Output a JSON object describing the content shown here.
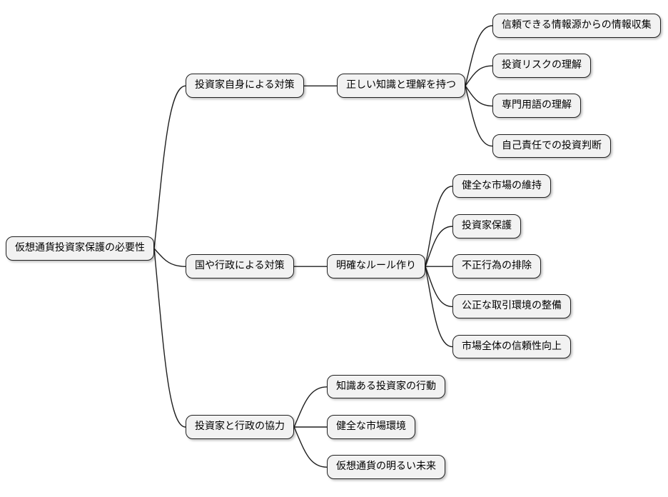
{
  "diagram": {
    "type": "mindmap",
    "background_color": "#ffffff",
    "node_fill": "#f2f2f2",
    "node_border_color": "#1f1f1f",
    "edge_color": "#1f1f1f",
    "text_color": "#000000"
  },
  "tree": {
    "label": "仮想通貨投資家保護の必要性",
    "children": [
      {
        "label": "投資家自身による対策",
        "children": [
          {
            "label": "正しい知識と理解を持つ",
            "children": [
              {
                "label": "信頼できる情報源からの情報収集"
              },
              {
                "label": "投資リスクの理解"
              },
              {
                "label": "専門用語の理解"
              },
              {
                "label": "自己責任での投資判断"
              }
            ]
          }
        ]
      },
      {
        "label": "国や行政による対策",
        "children": [
          {
            "label": "明確なルール作り",
            "children": [
              {
                "label": "健全な市場の維持"
              },
              {
                "label": "投資家保護"
              },
              {
                "label": "不正行為の排除"
              },
              {
                "label": "公正な取引環境の整備"
              },
              {
                "label": "市場全体の信頼性向上"
              }
            ]
          }
        ]
      },
      {
        "label": "投資家と行政の協力",
        "children": [
          {
            "label": "知識ある投資家の行動"
          },
          {
            "label": "健全な市場環境"
          },
          {
            "label": "仮想通貨の明るい未来"
          }
        ]
      }
    ]
  }
}
